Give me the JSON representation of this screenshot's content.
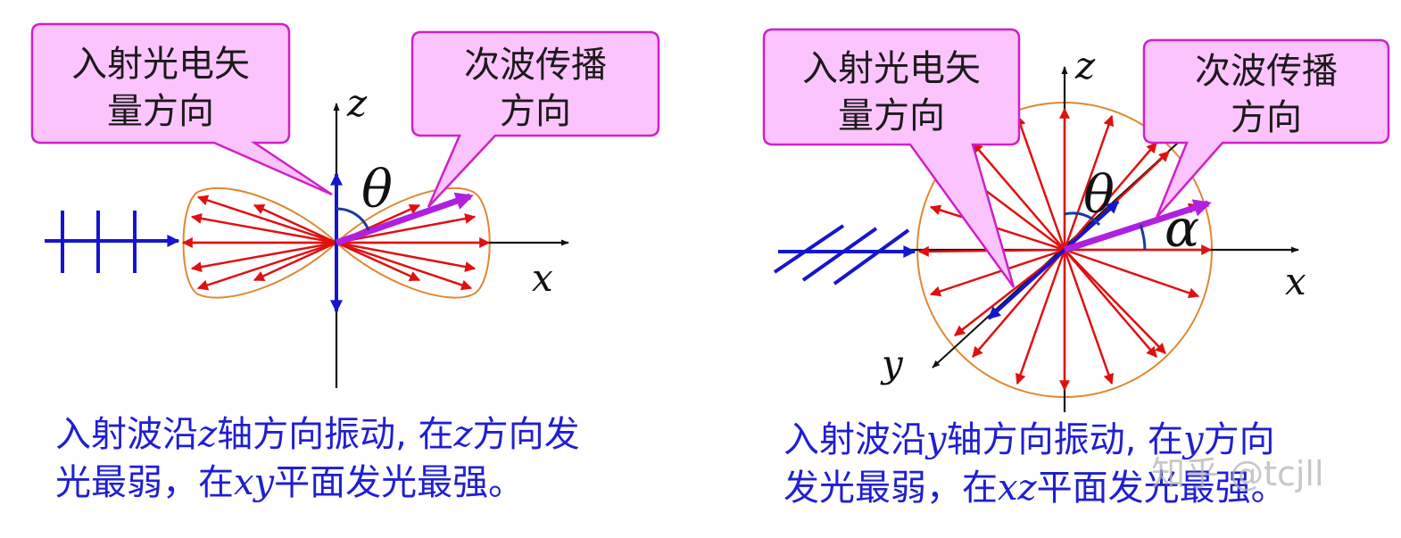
{
  "colors": {
    "axis": "#111111",
    "red_arrow": "#e01010",
    "blue": "#1515d0",
    "magenta": "#b020e0",
    "lobe": "#e08830",
    "callout_fill": "#fcc4fc",
    "callout_stroke": "#d020c8",
    "caption": "#1f1fd2"
  },
  "icons": {
    "incident_wave": "blue-tick-wave-icon",
    "arrows": "red-arrow-icon"
  },
  "left_panel": {
    "callout_efield": {
      "line1": "入射光电矢",
      "line2": "量方向"
    },
    "callout_secondary": {
      "line1": "次波传播",
      "line2": "方向"
    },
    "axis_z": "z",
    "axis_x": "x",
    "angle": "θ",
    "caption": {
      "l1_a": "入射波沿",
      "l1_b": "z",
      "l1_c": "轴方向振动",
      "l1_d": ", 在",
      "l1_e": "z",
      "l1_f": "方向发",
      "l2_a": "光最弱，在",
      "l2_b": "xy",
      "l2_c": "平面发光最强。"
    }
  },
  "right_panel": {
    "callout_efield": {
      "line1": "入射光电矢",
      "line2": "量方向"
    },
    "callout_secondary": {
      "line1": "次波传播",
      "line2": "方向"
    },
    "axis_z": "z",
    "axis_x": "x",
    "axis_y": "y",
    "angle_theta": "θ",
    "angle_alpha": "α",
    "caption": {
      "l1_a": "入射波沿",
      "l1_b": "y",
      "l1_c": "轴方向振动",
      "l1_d": ", 在",
      "l1_e": "y",
      "l1_f": "方向",
      "l2_a": "发光最弱，在",
      "l2_b": "xz",
      "l2_c": "平面发光最强。"
    }
  },
  "watermark": "知乎 @tcjll"
}
